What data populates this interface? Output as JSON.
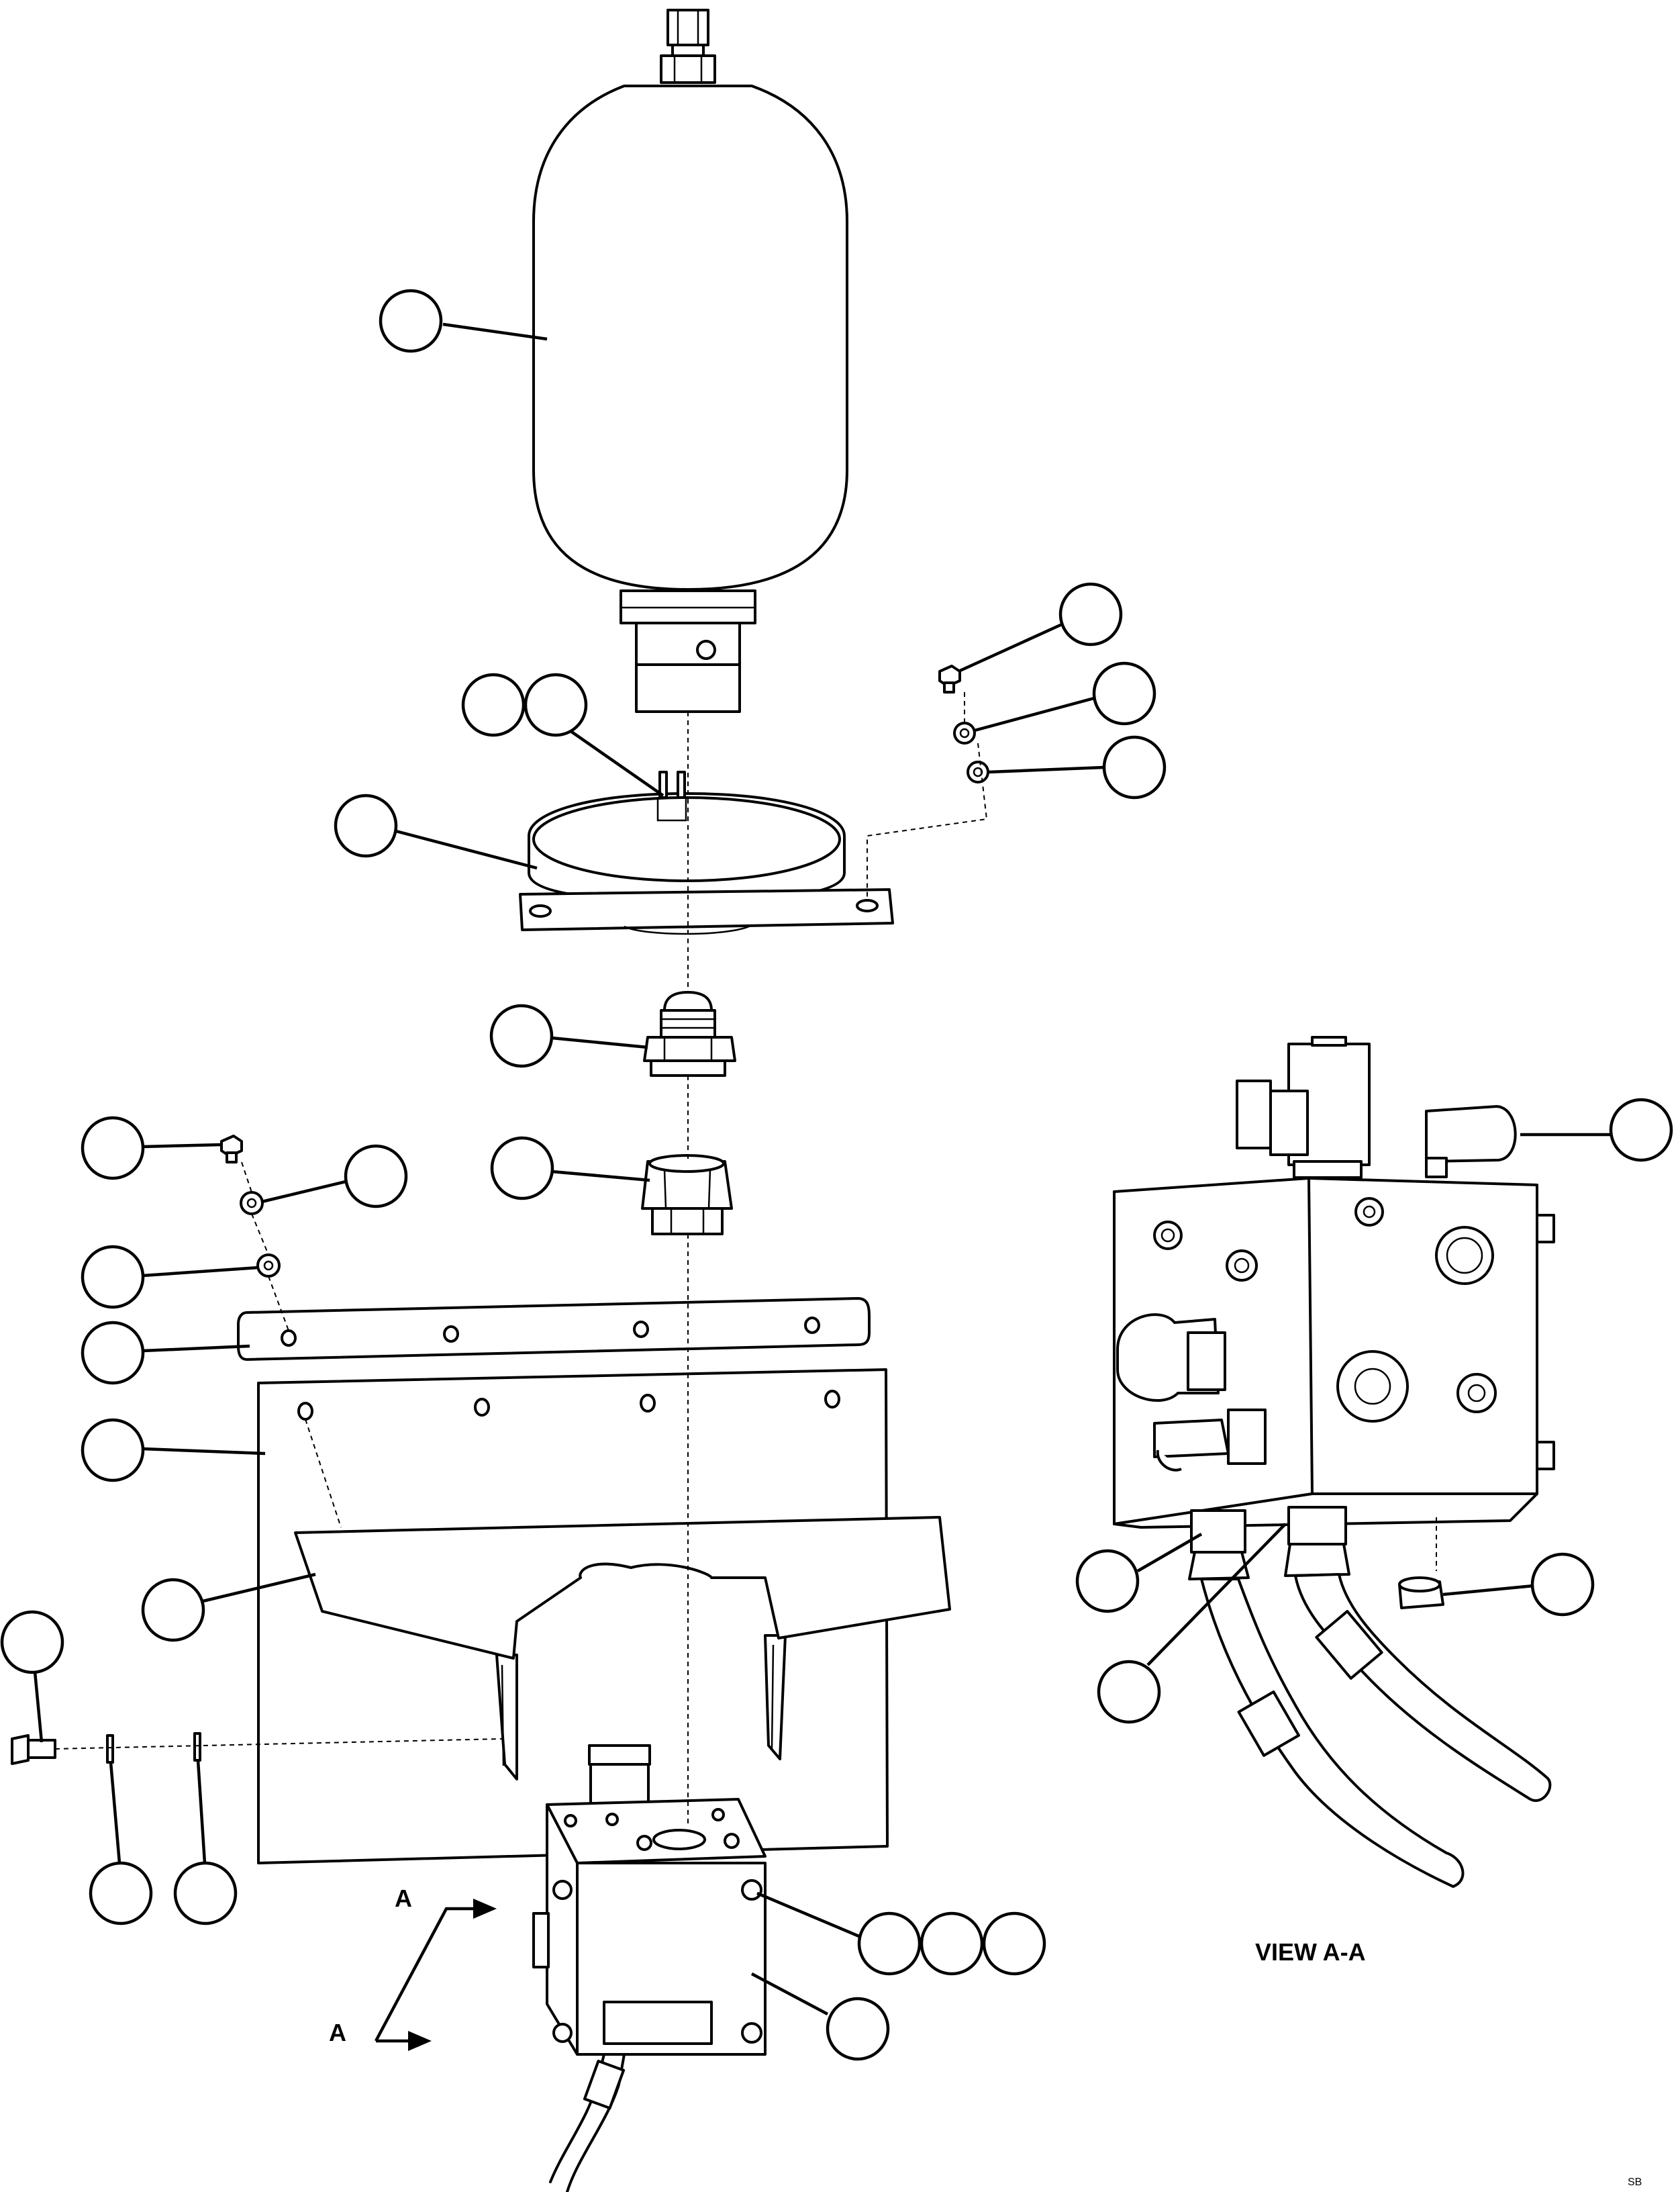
{
  "labels": {
    "section_upper": "A",
    "section_lower": "A",
    "view_caption": "VIEW A-A",
    "corner_mark": "SB"
  },
  "callouts": {
    "accumulator": "",
    "clamp_tab_a": "",
    "clamp_tab_b": "",
    "clamp": "",
    "bolt_right": "",
    "washer_right_a": "",
    "washer_right_b": "",
    "adapter_fitting": "",
    "nut_fitting": "",
    "bolt_left": "",
    "washer_left_a": "",
    "washer_left_b": "",
    "strip": "",
    "plate": "",
    "shield": "",
    "side_bolt": "",
    "side_washer_a": "",
    "side_washer_b": "",
    "valve_plug_a": "",
    "valve_plug_b": "",
    "valve_plug_c": "",
    "valve_block": "",
    "view_coil": "",
    "view_fitting_left": "",
    "view_plug": "",
    "view_hose": ""
  }
}
